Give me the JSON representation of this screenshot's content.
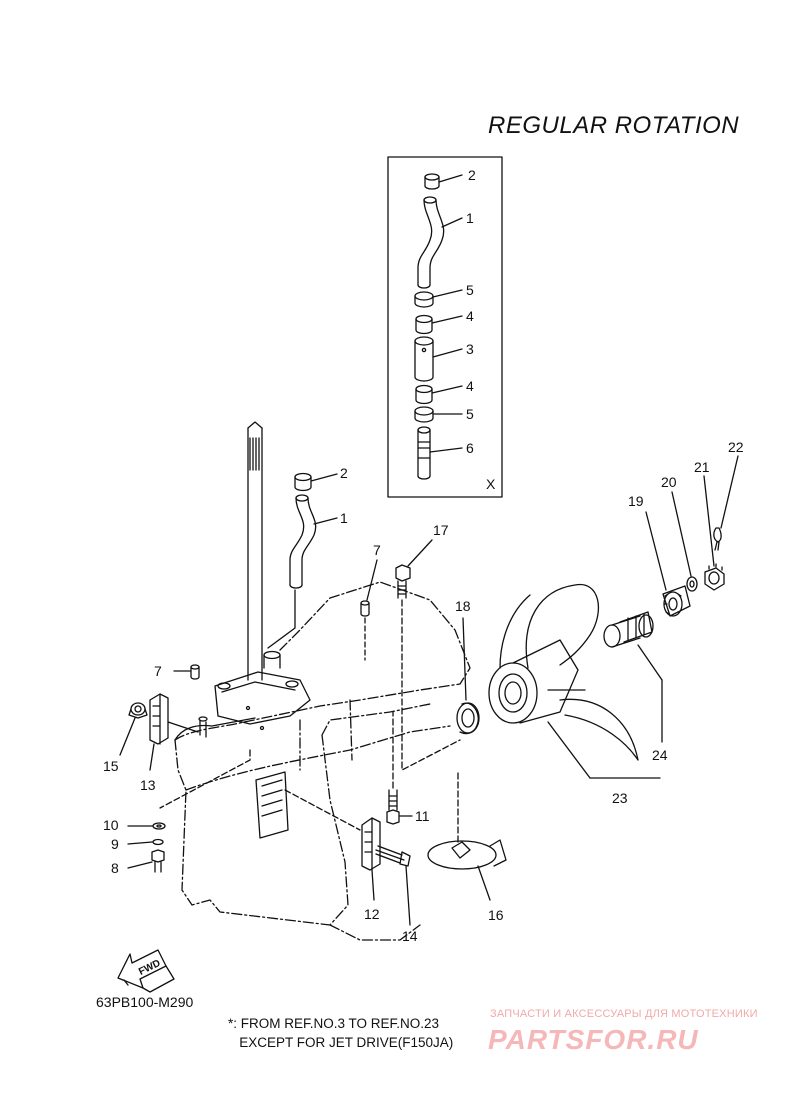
{
  "title": "REGULAR ROTATION",
  "diagram_code": "63PB100-M290",
  "note_lines": [
    "*: FROM REF.NO.3 TO REF.NO.23",
    "   EXCEPT FOR JET DRIVE(F150JA)"
  ],
  "inset_marker": "X",
  "fwd_label": "FWD",
  "watermark": {
    "tagline": "ЗАПЧАСТИ И АКСЕССУАРЫ ДЛЯ МОТОТЕХНИКИ",
    "logo": "PARTSFOR.RU"
  },
  "callouts": {
    "inset_2": "2",
    "inset_1": "1",
    "inset_5a": "5",
    "inset_4a": "4",
    "inset_3": "3",
    "inset_4b": "4",
    "inset_5b": "5",
    "inset_6": "6",
    "main_2": "2",
    "main_1": "1",
    "main_7a": "7",
    "main_17": "17",
    "main_7b": "7",
    "main_18": "18",
    "main_19": "19",
    "main_20": "20",
    "main_21": "21",
    "main_22": "22",
    "main_15": "15",
    "main_13": "13",
    "main_10": "10",
    "main_9": "9",
    "main_8": "8",
    "main_11": "11",
    "main_12": "12",
    "main_14": "14",
    "main_16": "16",
    "main_23": "23",
    "main_24": "24"
  }
}
